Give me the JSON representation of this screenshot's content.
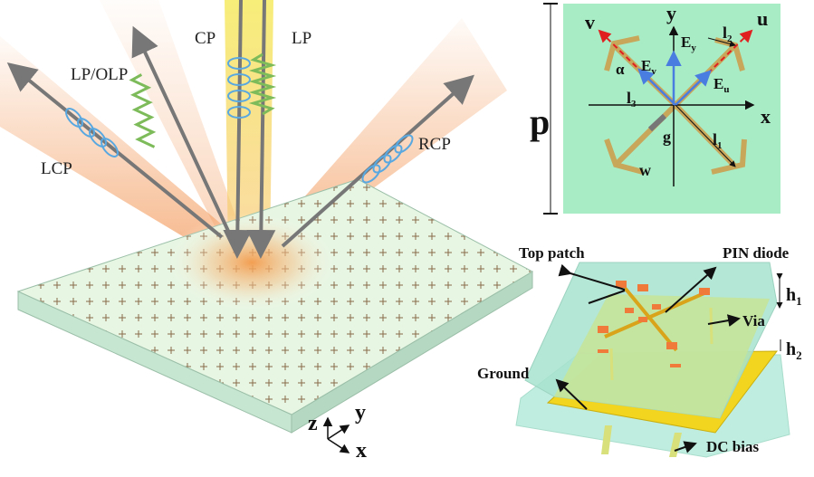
{
  "left_panel": {
    "beams": {
      "lcp": "LCP",
      "lp_olp": "LP/OLP",
      "cp": "CP",
      "lp": "LP",
      "rcp": "RCP"
    },
    "axes": {
      "z": "z",
      "y": "y",
      "x": "x"
    }
  },
  "unit_cell": {
    "period": "p",
    "axis_x": "x",
    "axis_y": "y",
    "axis_u": "u",
    "axis_v": "v",
    "field_ev": {
      "main": "E",
      "sub": "v"
    },
    "field_ey": {
      "main": "E",
      "sub": "y"
    },
    "field_eu": {
      "main": "E",
      "sub": "u"
    },
    "l1": {
      "main": "l",
      "sub": "1"
    },
    "l2": {
      "main": "l",
      "sub": "2"
    },
    "l3": {
      "main": "l",
      "sub": "3"
    },
    "gap": "g",
    "width": "w",
    "angle": "α"
  },
  "stack_view": {
    "top_patch": "Top patch",
    "pin_diode": "PIN diode",
    "via": "Via",
    "ground": "Ground",
    "dc_bias": "DC bias",
    "h1": {
      "main": "h",
      "sub": "1"
    },
    "h2": {
      "main": "h",
      "sub": "2"
    }
  },
  "colors": {
    "substrate": "#9fe8c4",
    "patch": "#c8a65a",
    "ground": "#f2d51e",
    "diode": "#ef7a3a",
    "lcp_helix": "#5aa8e0",
    "lp_wave": "#7dbb5a",
    "glow": "#f5a05a"
  }
}
